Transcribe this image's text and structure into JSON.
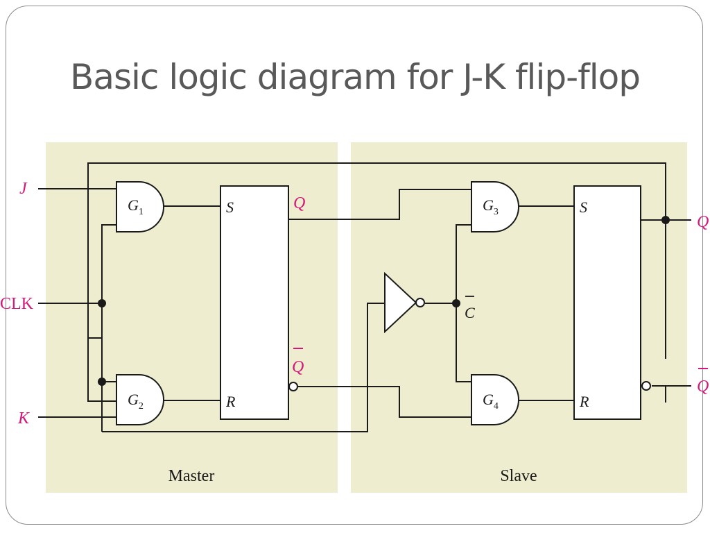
{
  "title": "Basic logic diagram for J-K flip-flop",
  "colors": {
    "panel": "#efedcf",
    "wire": "#1a1a1a",
    "io_label": "#d6177a",
    "text": "#595959",
    "box": "#ffffff"
  },
  "diagram": {
    "inputs": {
      "j": "J",
      "clk": "CLK",
      "k": "K"
    },
    "outputs": {
      "q": "Q",
      "q_bar": "Q"
    },
    "master": {
      "label": "Master",
      "gate_top": {
        "letter": "G",
        "sub": "1"
      },
      "gate_bottom": {
        "letter": "G",
        "sub": "2"
      },
      "s": "S",
      "r": "R",
      "q": "Q",
      "q_bar": "Q"
    },
    "slave": {
      "label": "Slave",
      "gate_top": {
        "letter": "G",
        "sub": "3"
      },
      "gate_bottom": {
        "letter": "G",
        "sub": "4"
      },
      "s": "S",
      "r": "R",
      "c_bar": "C"
    }
  }
}
